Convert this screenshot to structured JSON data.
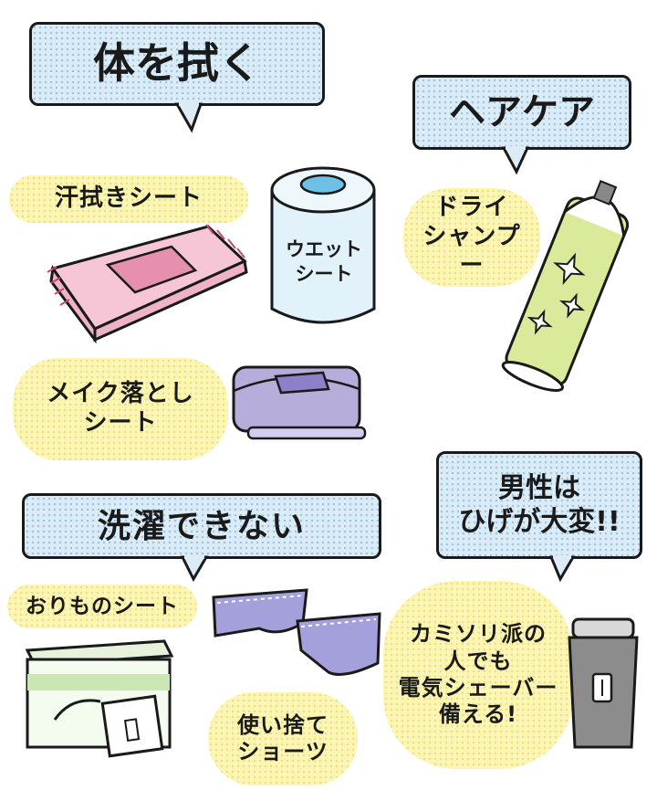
{
  "sections": {
    "body_wipe": "体を拭く",
    "hair_care": "ヘアケア",
    "no_laundry": "洗濯できない",
    "men_shaving": [
      "男性は",
      "ひげが大変!!"
    ]
  },
  "items": {
    "sweat_sheet": "汗拭きシート",
    "wet_sheet": [
      "ウエット",
      "シート"
    ],
    "makeup_sheet": [
      "メイク落とし",
      "シート"
    ],
    "dry_shampoo": [
      "ドライ",
      "シャンプー"
    ],
    "liner_sheet": "おりものシート",
    "disposable_shorts": [
      "使い捨て",
      "ショーツ"
    ],
    "shaver_note": [
      "カミソリ派の",
      "人でも",
      "電気シェーバー",
      "備える!"
    ]
  },
  "colors": {
    "bubble_blue": "#dcecf6",
    "highlight_yellow": "#fbf5b6",
    "pink_pack": "#f6c6d6",
    "purple_pack": "#b6addb",
    "spray_green": "#d9ea9a",
    "shaver_gray": "#8c8c8c"
  }
}
